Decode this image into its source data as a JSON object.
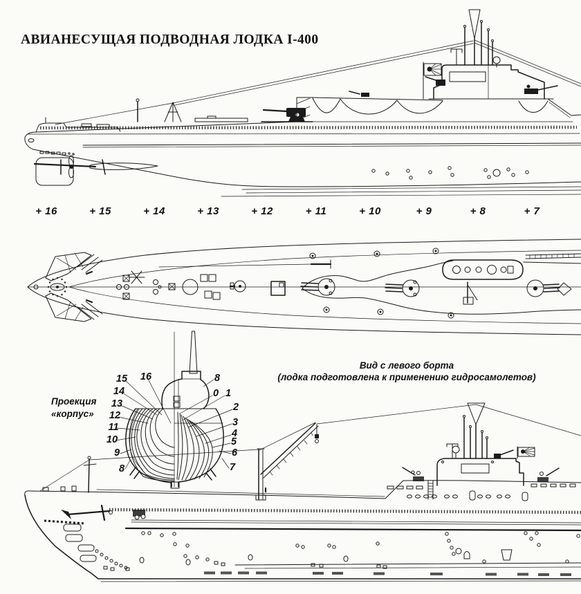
{
  "title": "АВИАНЕСУЩАЯ ПОДВОДНАЯ ЛОДКА I-400",
  "stations": [
    "+ 16",
    "+ 15",
    "+ 14",
    "+ 13",
    "+ 12",
    "+ 11",
    "+ 10",
    "+ 9",
    "+ 8",
    "+ 7"
  ],
  "body_plan": {
    "label_line1": "Проекция",
    "label_line2": "«корпус»",
    "left_frames": [
      "15",
      "16",
      "14",
      "13",
      "12",
      "11",
      "10",
      "9",
      "8"
    ],
    "right_frames": [
      "8",
      "0",
      "1",
      "2",
      "3",
      "4",
      "5",
      "6",
      "7"
    ]
  },
  "caption": {
    "line1": "Вид с левого борта",
    "line2": "(лодка подготовлена к применению гидросамолетов)"
  },
  "colors": {
    "ink": "#1b1b1b",
    "paper": "#fbfbf8"
  }
}
